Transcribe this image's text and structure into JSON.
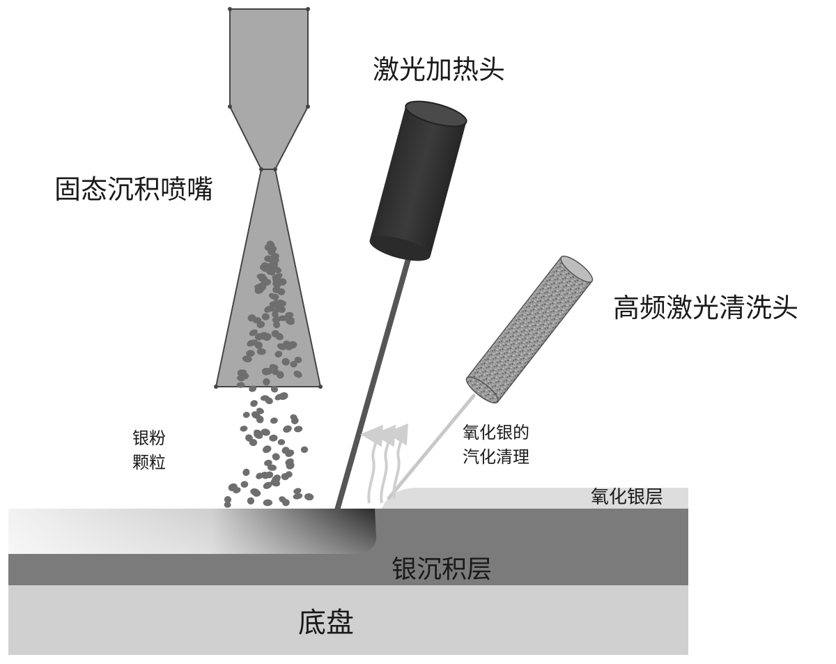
{
  "labels": {
    "laser_heating_head": "激光加热头",
    "solid_deposition_nozzle": "固态沉积喷嘴",
    "hf_laser_cleaning_head": "高频激光清洗头",
    "silver_powder_line1": "银粉",
    "silver_powder_line2": "颗粒",
    "oxide_vaporization_line1": "氧化银的",
    "oxide_vaporization_line2": "汽化清理",
    "silver_oxide_layer": "氧化银层",
    "silver_deposition_layer": "银沉积层",
    "base_plate": "底盘"
  },
  "colors": {
    "nozzle": "#a9a9a9",
    "laser_head": "#3a3a3a",
    "cleaning_head": "#8a8a8a",
    "particles": "#6e6e6e",
    "silver_layer": "#7b7b7b",
    "oxide_layer": "#dddddd",
    "base": "#d0d0d0"
  }
}
